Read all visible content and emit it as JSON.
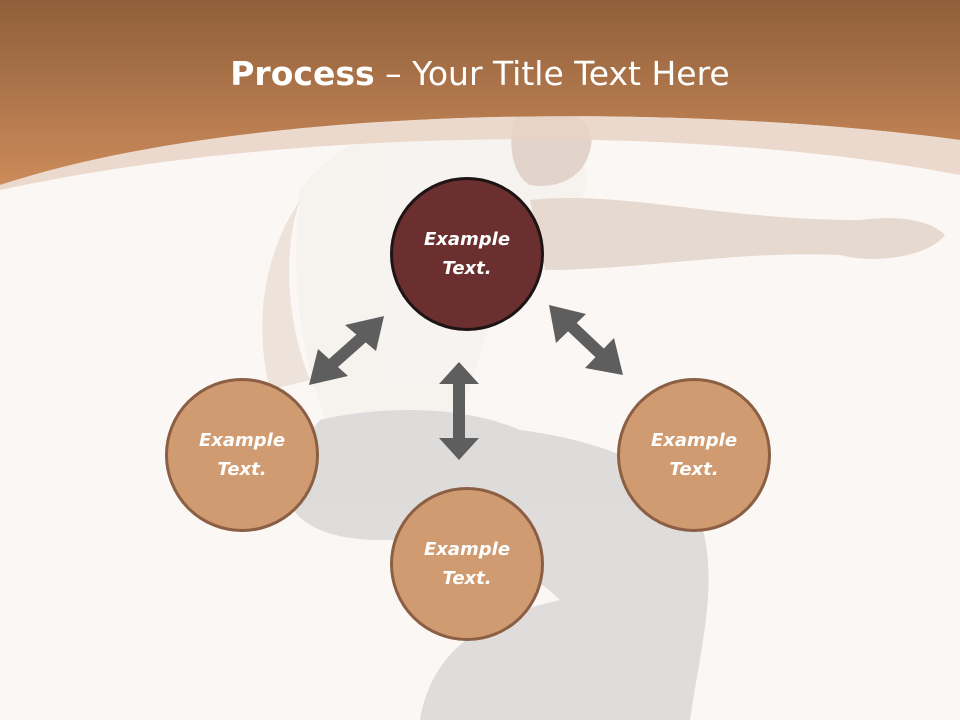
{
  "title": {
    "bold": "Process",
    "separator": " – ",
    "rest": "Your Title Text Here"
  },
  "nodes": [
    {
      "id": "top",
      "text": "Example Text."
    },
    {
      "id": "left",
      "text": "Example Text."
    },
    {
      "id": "center-bottom",
      "text": "Example Text."
    },
    {
      "id": "right",
      "text": "Example Text."
    }
  ],
  "colors": {
    "header_top": "#8f5f3b",
    "header_bottom": "#cc8b5a",
    "dark_node": "#6b2f2f",
    "light_node": "#d19b72",
    "arrow": "#5e5e5e"
  },
  "icons": {
    "arrows": "double-headed-arrow"
  }
}
